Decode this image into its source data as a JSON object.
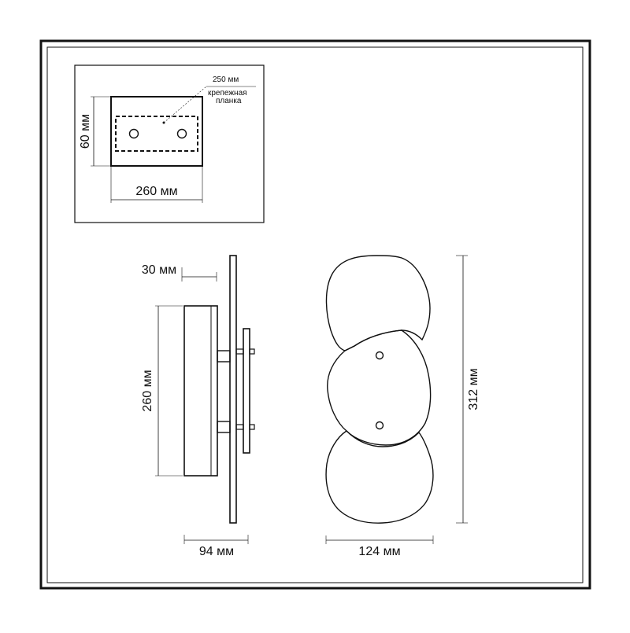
{
  "inset": {
    "width_label": "260 мм",
    "height_label": "60 мм",
    "plate_width_label": "250 мм",
    "plate_name_line1": "крепежная",
    "plate_name_line2": "планка"
  },
  "side_view": {
    "depth_label": "30 мм",
    "height_label": "260 мм",
    "width_label": "94 мм"
  },
  "front_view": {
    "width_label": "124 мм",
    "height_label": "312 мм"
  },
  "colors": {
    "line": "#111111",
    "background": "#ffffff"
  }
}
